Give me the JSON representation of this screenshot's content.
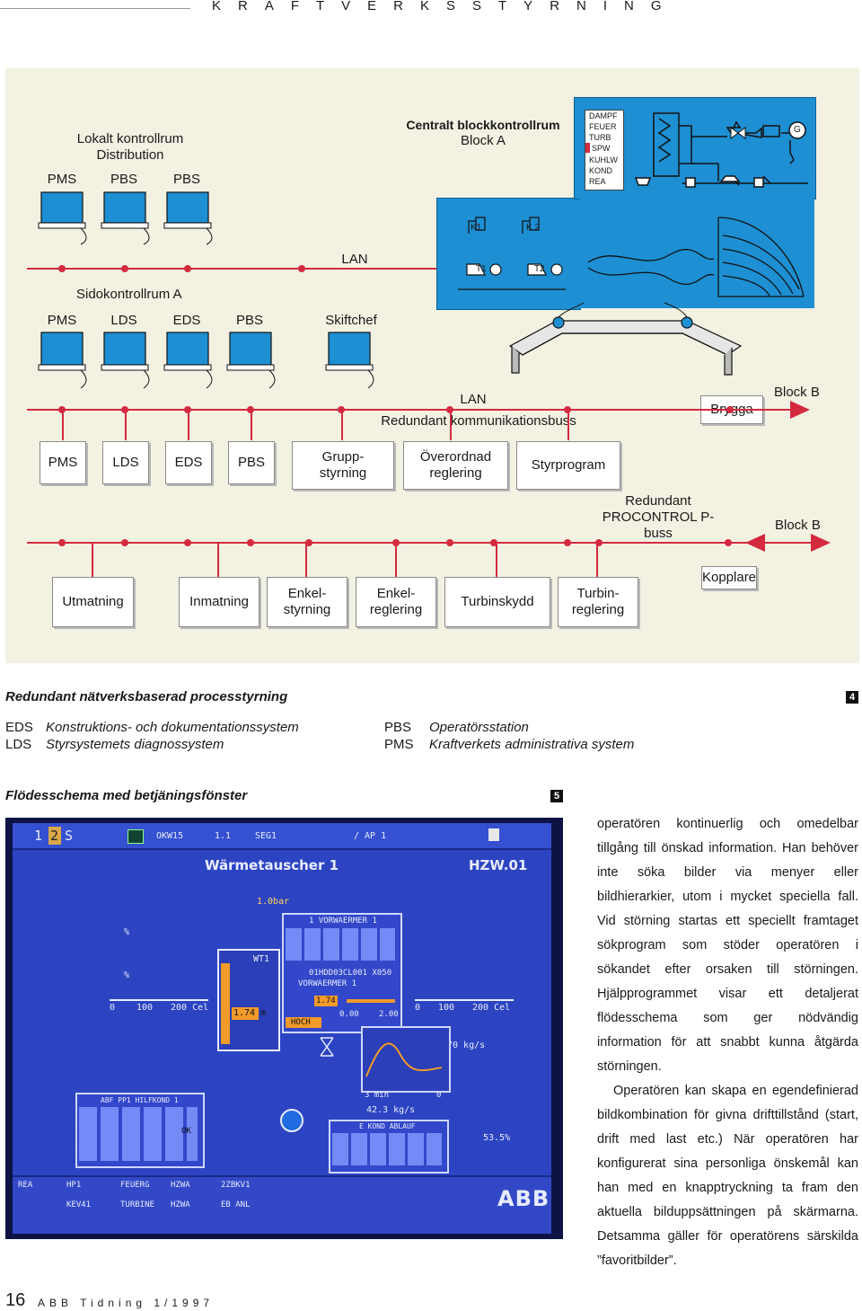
{
  "header": {
    "running_title": "KRAFTVERKSSTYRNING"
  },
  "diagram": {
    "local_room": {
      "title": "Lokalt kontrollrum",
      "subtitle": "Distribution",
      "stations": [
        "PMS",
        "PBS",
        "PBS"
      ]
    },
    "central_room": {
      "title": "Centralt blockkontrollrum",
      "subtitle": "Block A"
    },
    "mimic": {
      "list": [
        "DAMPF",
        "FEUER",
        "TURB",
        "SPW",
        "KUHLW",
        "KOND",
        "REA"
      ],
      "labels": {
        "k1": "K1",
        "k2": "K 2",
        "t1": "T1",
        "t2": "T2",
        "g": "G"
      }
    },
    "lan_top": "LAN",
    "side_room": {
      "title": "Sidokontrollrum A",
      "stations": [
        "PMS",
        "LDS",
        "EDS",
        "PBS"
      ],
      "shift": "Skiftchef"
    },
    "redundant_lan": {
      "line1": "LAN",
      "line2": "Redundant kommunikationsbuss"
    },
    "brygga": "Brygga",
    "block_b_1": "Block B",
    "row1": [
      "PMS",
      "LDS",
      "EDS",
      "PBS"
    ],
    "row1_wide": [
      {
        "l1": "Grupp-",
        "l2": "styrning"
      },
      {
        "l1": "Överordnad",
        "l2": "reglering"
      },
      {
        "l1": "Styrprogram",
        "l2": ""
      }
    ],
    "procontrol": {
      "l1": "Redundant",
      "l2": "PROCONTROL P-",
      "l3": "buss"
    },
    "block_b_2": "Block B",
    "row2": [
      {
        "l1": "Utmatning",
        "l2": ""
      },
      {
        "l1": "Inmatning",
        "l2": ""
      },
      {
        "l1": "Enkel-",
        "l2": "styrning"
      },
      {
        "l1": "Enkel-",
        "l2": "reglering"
      },
      {
        "l1": "Turbinskydd",
        "l2": ""
      },
      {
        "l1": "Turbin-",
        "l2": "reglering"
      }
    ],
    "kopplare": "Kopplare"
  },
  "figure4": {
    "caption": "Redundant nätverksbaserad processtyrning",
    "number": "4",
    "legend": [
      {
        "abbr": "EDS",
        "text": "Konstruktions- och dokumentationssystem"
      },
      {
        "abbr": "LDS",
        "text": "Styrsystemets diagnossystem"
      },
      {
        "abbr": "PBS",
        "text": "Operatörsstation"
      },
      {
        "abbr": "PMS",
        "text": "Kraftverkets administrativa system"
      }
    ]
  },
  "figure5": {
    "caption": "Flödesschema med betjäningsfönster",
    "number": "5",
    "screen": {
      "title": "Wärmetauscher 1",
      "code": "HZW.01",
      "tabs": [
        "1",
        "2",
        "S"
      ],
      "top_fields": [
        "OKW15",
        "1.1",
        "SEG1",
        "/ AP 1"
      ],
      "bar_unit": "1.0bar",
      "pct1": "%",
      "pct2": "%",
      "scale_l": [
        "0",
        "100",
        "200 Cel"
      ],
      "scale_r": [
        "0",
        "100",
        "200 Cel"
      ],
      "popup1_title": "1 VORWAERMER 1",
      "popup1_lines": [
        "01HDD03CL001 X050",
        "VORWAERMER 1"
      ],
      "popup1_values": [
        "1.74",
        "0.00",
        "2.00"
      ],
      "popup1_hoch": "HOCH",
      "wt": "WT1",
      "level": "1.74 m",
      "flow": "70 kg/s",
      "trend_axis": [
        "3 min",
        "0"
      ],
      "flow2": "42.3 kg/s",
      "pct3": "53.5%",
      "popup2_title": "ABF PP1 HILFKOND 1",
      "popup3_title": "E KOND ABLAUF",
      "ok": "OK",
      "status_rows": [
        [
          "REA",
          "HP1",
          "FEUERG",
          "HZWA",
          "2ZBKV1"
        ],
        [
          "",
          "KEV41",
          "TURBINE",
          "HZWA",
          "EB ANL"
        ]
      ],
      "abb": "ABB"
    }
  },
  "body": {
    "paragraphs": [
      "operatören kontinuerlig och omedelbar tillgång till önskad information. Han behöver inte söka bilder via menyer eller bildhierarkier, utom i mycket speciella fall. Vid störning startas ett speciellt framtaget sökprogram som stöder operatören i sökandet efter orsaken till störningen. Hjälpprogrammet visar ett detaljerat flödesschema som ger nödvändig information för att snabbt kunna åtgärda störningen.",
      "Operatören kan skapa en egendefinierad bildkombination för givna drifttillstånd (start, drift med last etc.) När operatören har konfigurerat sina personliga önskemål kan han med en knapptryckning ta fram den aktuella bilduppsättningen på skärmarna. Detsamma gäller för operatörens särskilda ”favoritbilder”."
    ]
  },
  "footer": {
    "page": "16",
    "journal": "ABB Tidning 1/1997"
  },
  "colors": {
    "panel": "#f3f1e2",
    "bus": "#d42a3f",
    "mimic": "#1d8fd2",
    "screen": "#2a3fb8"
  }
}
